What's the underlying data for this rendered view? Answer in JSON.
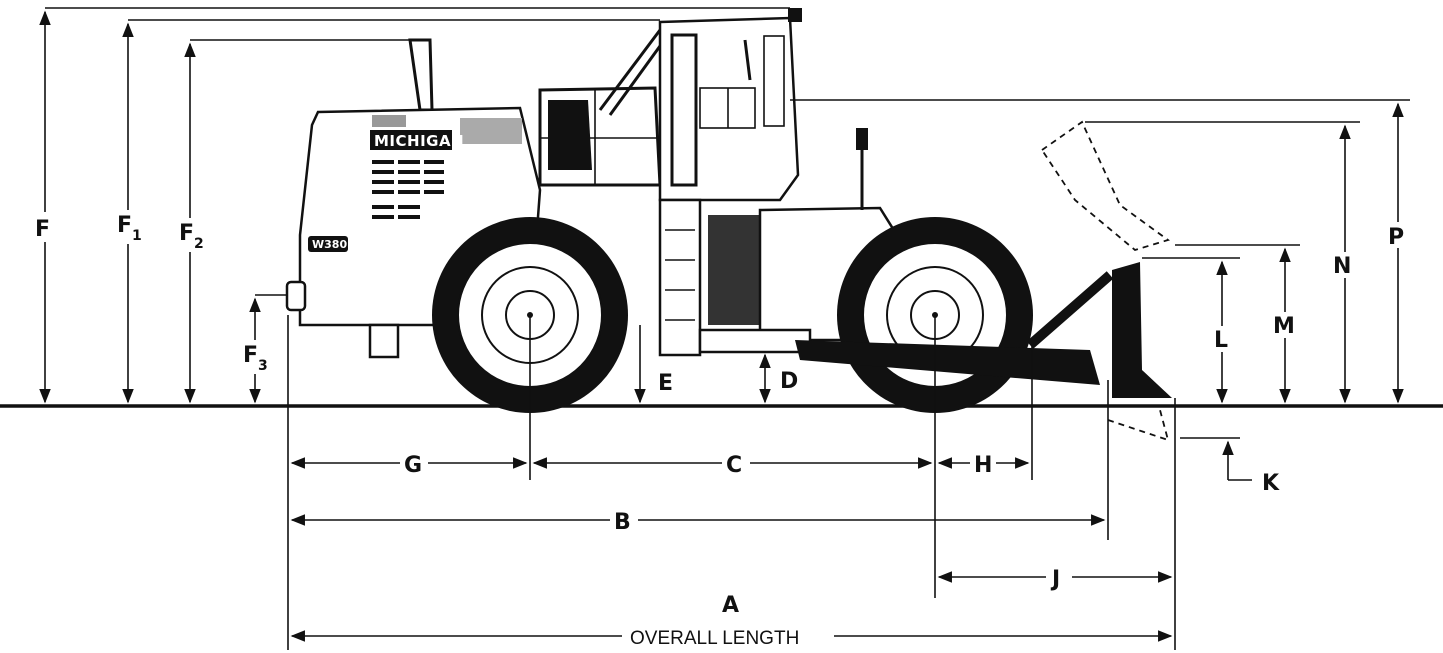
{
  "vehicle": {
    "brand": "MICHIGAN",
    "model": "W380"
  },
  "dimensions": {
    "F": "F",
    "F1": "F",
    "F1_sub": "1",
    "F2": "F",
    "F2_sub": "2",
    "F3": "F",
    "F3_sub": "3",
    "E": "E",
    "D": "D",
    "G": "G",
    "C": "C",
    "H": "H",
    "B": "B",
    "J": "J",
    "A": "A",
    "overall_length": "OVERALL LENGTH",
    "K": "K",
    "L": "L",
    "M": "M",
    "N": "N",
    "P": "P"
  }
}
